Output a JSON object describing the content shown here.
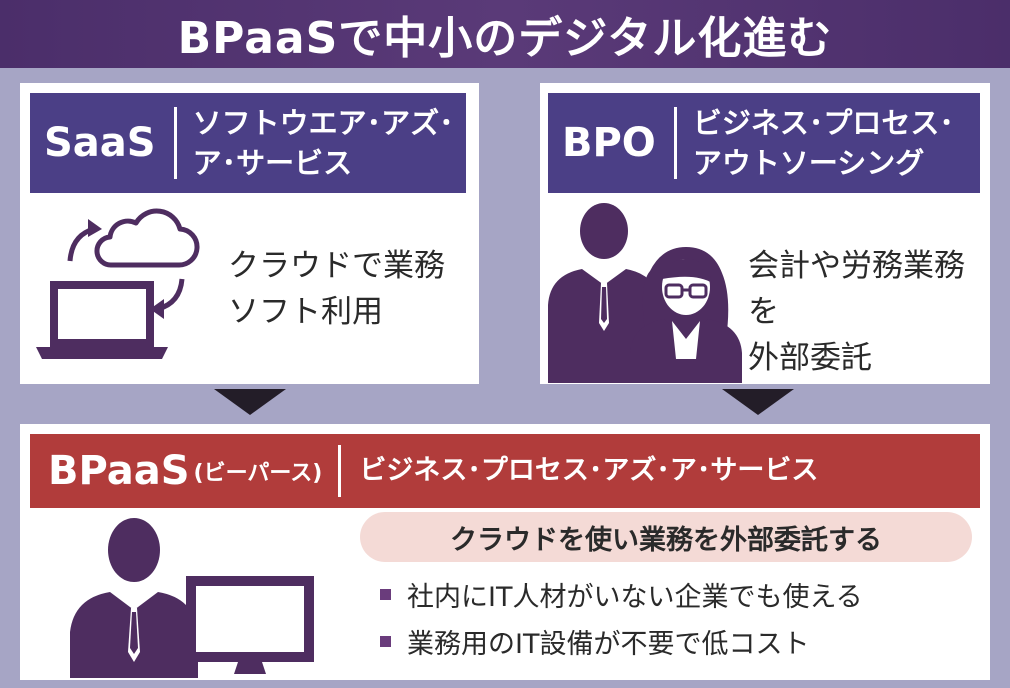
{
  "title": "BPaaSで中小のデジタル化進む",
  "saas": {
    "abbr": "SaaS",
    "full_line1": "ソフトウエア･アズ･",
    "full_line2": "ア･サービス",
    "description": "クラウドで業務\nソフト利用"
  },
  "bpo": {
    "abbr": "BPO",
    "full_line1": "ビジネス･プロセス･",
    "full_line2": "アウトソーシング",
    "description": "会計や労務業務を\n外部委託"
  },
  "bpaas": {
    "abbr": "BPaaS",
    "reading": "(ビーパース)",
    "full": "ビジネス･プロセス･アズ･ア･サービス",
    "summary": "クラウドを使い業務を外部委託する",
    "bullets": [
      "社内にIT人材がいない企業でも使える",
      "業務用のIT設備が不要で低コスト"
    ]
  },
  "colors": {
    "banner": "#4b2e6a",
    "purple_header": "#4b3f86",
    "red_header": "#b13c3b",
    "icon": "#4e2d60",
    "background": "#a6a5c5",
    "pill": "#f4dad6"
  },
  "icons": [
    "cloud-icon",
    "sync-arrows-icon",
    "laptop-icon",
    "businessman-icon",
    "businesswoman-icon",
    "person-at-computer-icon",
    "down-arrow-icon"
  ]
}
